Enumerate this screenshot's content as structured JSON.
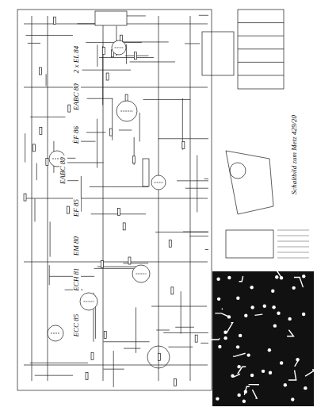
{
  "diagram": {
    "title": "Schaltbild zum Metz 429/20",
    "labels": [
      "2 x EL 84",
      "EABC 80",
      "EF 86",
      "EABC 80",
      "EF 85",
      "EM 80",
      "ECH 81",
      "ECC 85"
    ]
  }
}
